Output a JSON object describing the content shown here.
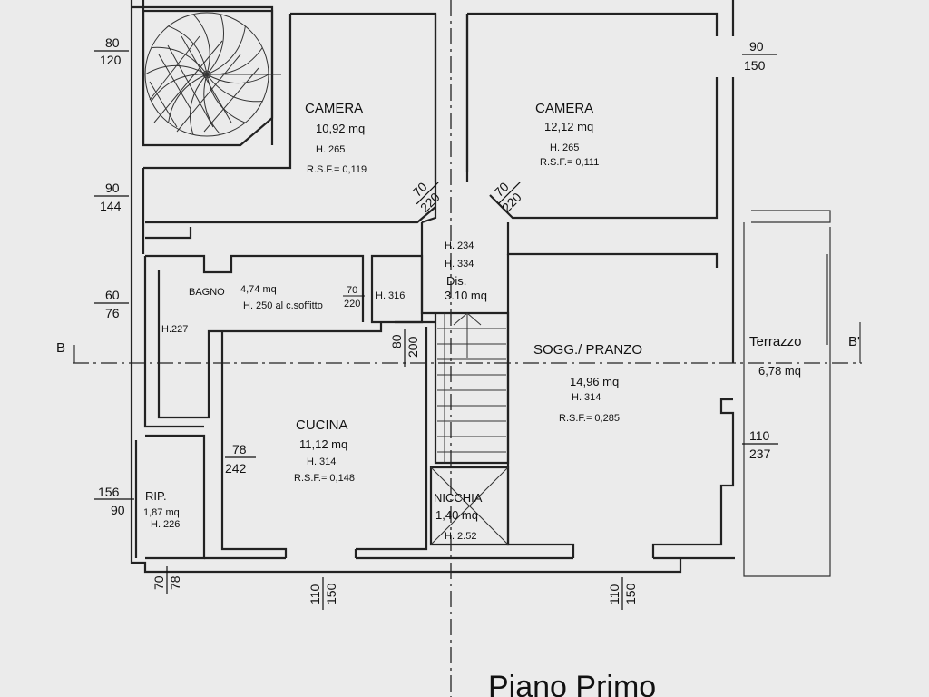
{
  "title": "Piano Primo",
  "rooms": {
    "camera1": {
      "name": "CAMERA",
      "area": "10,92 mq",
      "height": "H. 265",
      "rsf": "R.S.F.= 0,119"
    },
    "camera2": {
      "name": "CAMERA",
      "area": "12,12 mq",
      "height": "H. 265",
      "rsf": "R.S.F.= 0,111"
    },
    "bagno": {
      "name": "BAGNO",
      "area": "4,74 mq",
      "height": "H. 250 al c.soffitto",
      "h2": "H.227"
    },
    "dis": {
      "name": "Dis.",
      "area": "3.10 mq",
      "h_a": "H. 234",
      "h_b": "H. 334",
      "h_c": "H. 316"
    },
    "soggiorno": {
      "name": "SOGG./ PRANZO",
      "area": "14,96 mq",
      "height": "H. 314",
      "rsf": "R.S.F.= 0,285"
    },
    "cucina": {
      "name": "CUCINA",
      "area": "11,12 mq",
      "height": "H. 314",
      "rsf": "R.S.F.= 0,148"
    },
    "nicchia": {
      "name": "NICCHIA",
      "area": "1,40 mq",
      "height": "H. 2.52"
    },
    "rip": {
      "name": "RIP.",
      "area": "1,87 mq",
      "height": "H. 226"
    },
    "terrazzo": {
      "name": "Terrazzo",
      "area": "6,78 mq"
    }
  },
  "section": {
    "left": "B",
    "right": "B'"
  },
  "openings": {
    "w_stair": {
      "a": "80",
      "b": "120"
    },
    "w_cam1": {
      "a": "90",
      "b": "144"
    },
    "w_bagno": {
      "a": "60",
      "b": "76"
    },
    "w_rip": {
      "a": "156",
      "b": "90"
    },
    "w_cam2": {
      "a": "90",
      "b": "150"
    },
    "w_sogg_side": {
      "a": "110",
      "b": "237"
    },
    "d_cam1": {
      "a": "70",
      "b": "220"
    },
    "d_cam2": {
      "a": "70",
      "b": "220"
    },
    "d_bagno": {
      "a": "70",
      "b": "220"
    },
    "d_cucina_top": {
      "a": "80",
      "b": "200"
    },
    "d_cucina_side": {
      "a": "78",
      "b": "242"
    },
    "d_rip": {
      "a": "70",
      "b": "78"
    },
    "w_cucina_bottom": {
      "a": "110",
      "b": "150"
    },
    "w_sogg_bottom": {
      "a": "110",
      "b": "150"
    }
  }
}
